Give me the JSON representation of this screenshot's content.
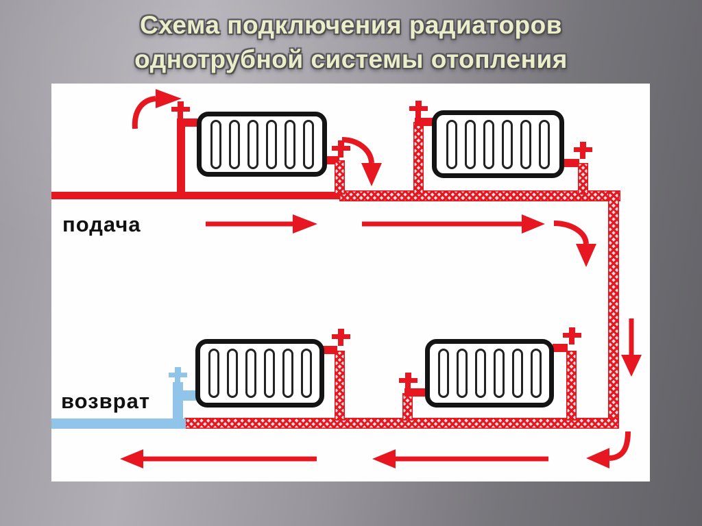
{
  "slide": {
    "title_line1": "Схема подключения радиаторов",
    "title_line2": "однотрубной системы отопления"
  },
  "diagram": {
    "labels": {
      "supply": "подача",
      "return": "возврат"
    },
    "radiators": {
      "count": 4,
      "fins_per_radiator": 6
    },
    "flow_arrows": {
      "supply_direction": "right",
      "return_direction": "left"
    }
  },
  "colors": {
    "pipe_red": "#e61720",
    "pipe_blue": "#90c5e9",
    "title_text": "#ebeec9",
    "radiator_black": "#141414",
    "canvas_white": "#fefefe",
    "background_gray_light": "#b1aeb5",
    "background_gray_dark": "#626166",
    "label_black": "#111111"
  }
}
